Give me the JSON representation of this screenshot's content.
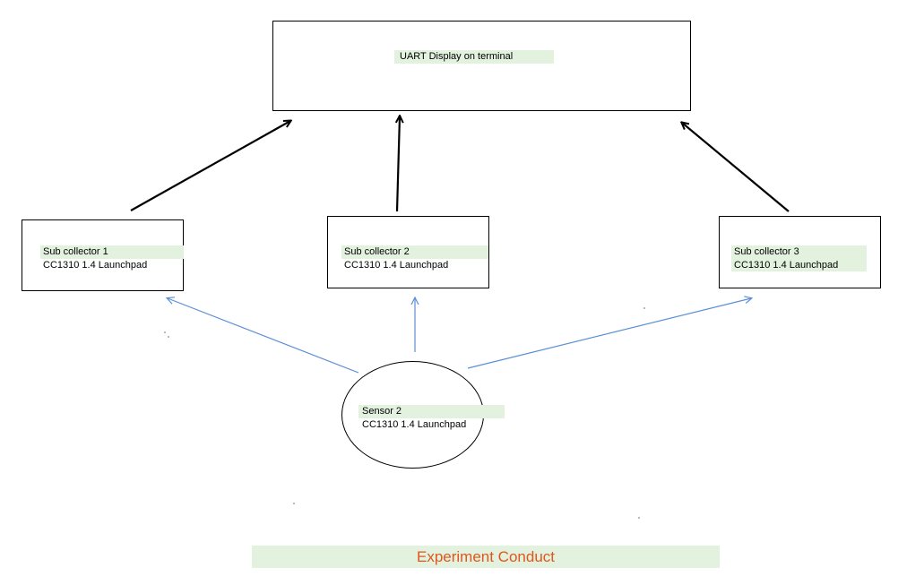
{
  "terminal": {
    "label": "UART Display on terminal"
  },
  "collectors": [
    {
      "title": "Sub collector 1",
      "board": "CC1310 1.4 Launchpad"
    },
    {
      "title": "Sub collector 2",
      "board": "CC1310 1.4 Launchpad"
    },
    {
      "title": "Sub collector 3",
      "board": "CC1310 1.4 Launchpad"
    }
  ],
  "sensor": {
    "title": "Sensor 2",
    "board": "CC1310 1.4 Launchpad"
  },
  "caption": "Experiment Conduct",
  "colors": {
    "box_border": "#000000",
    "highlight": "#e3f2df",
    "black_arrow": "#000000",
    "blue_arrow": "#5b8fd6",
    "caption_text": "#e0561b"
  }
}
